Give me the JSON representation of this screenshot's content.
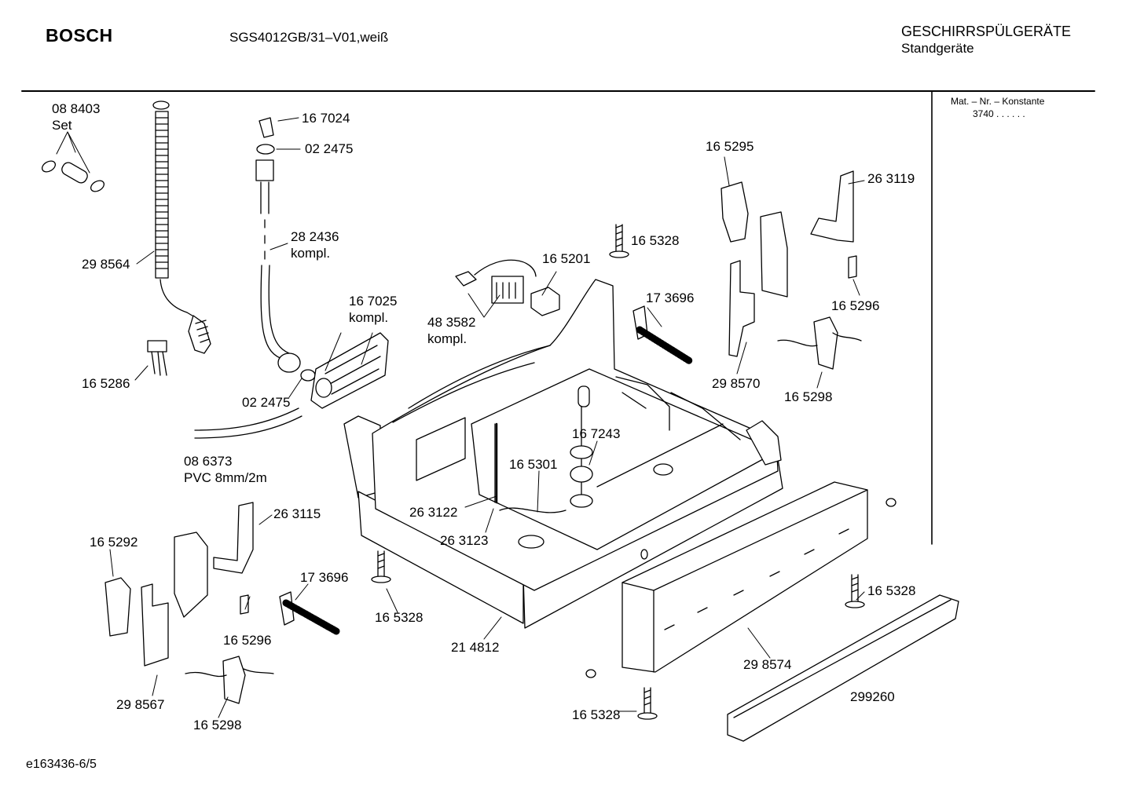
{
  "header": {
    "brand": "BOSCH",
    "model": "SGS4012GB/31–V01,weiß",
    "category_line1": "GESCHIRRSPÜLGERÄTE",
    "category_line2": "Standgeräte"
  },
  "sidebar": {
    "line1": "Mat. – Nr. – Konstante",
    "line2": "3740  .  .  .  .  .  ."
  },
  "footer": {
    "doc_ref": "e163436-6/5"
  },
  "parts": [
    "08 8403",
    "Set",
    "29 8564",
    "16 5286",
    "16 7024",
    "02 2475",
    "28 2436",
    "kompl.",
    "16 7025",
    "kompl.",
    "02 2475",
    "08 6373",
    "PVC 8mm/2m",
    "48 3582",
    "kompl.",
    "16 5201",
    "16 5328",
    "17 3696",
    "16 5295",
    "26 3119",
    "16 5296",
    "29 8570",
    "16 5298",
    "16 7243",
    "16 5301",
    "26 3122",
    "26 3123",
    "16 5292",
    "26 3115",
    "17 3696",
    "16 5296",
    "29 8567",
    "16 5298",
    "16 5328",
    "21 4812",
    "16 5328",
    "29 8574",
    "299260",
    "16 5328"
  ]
}
